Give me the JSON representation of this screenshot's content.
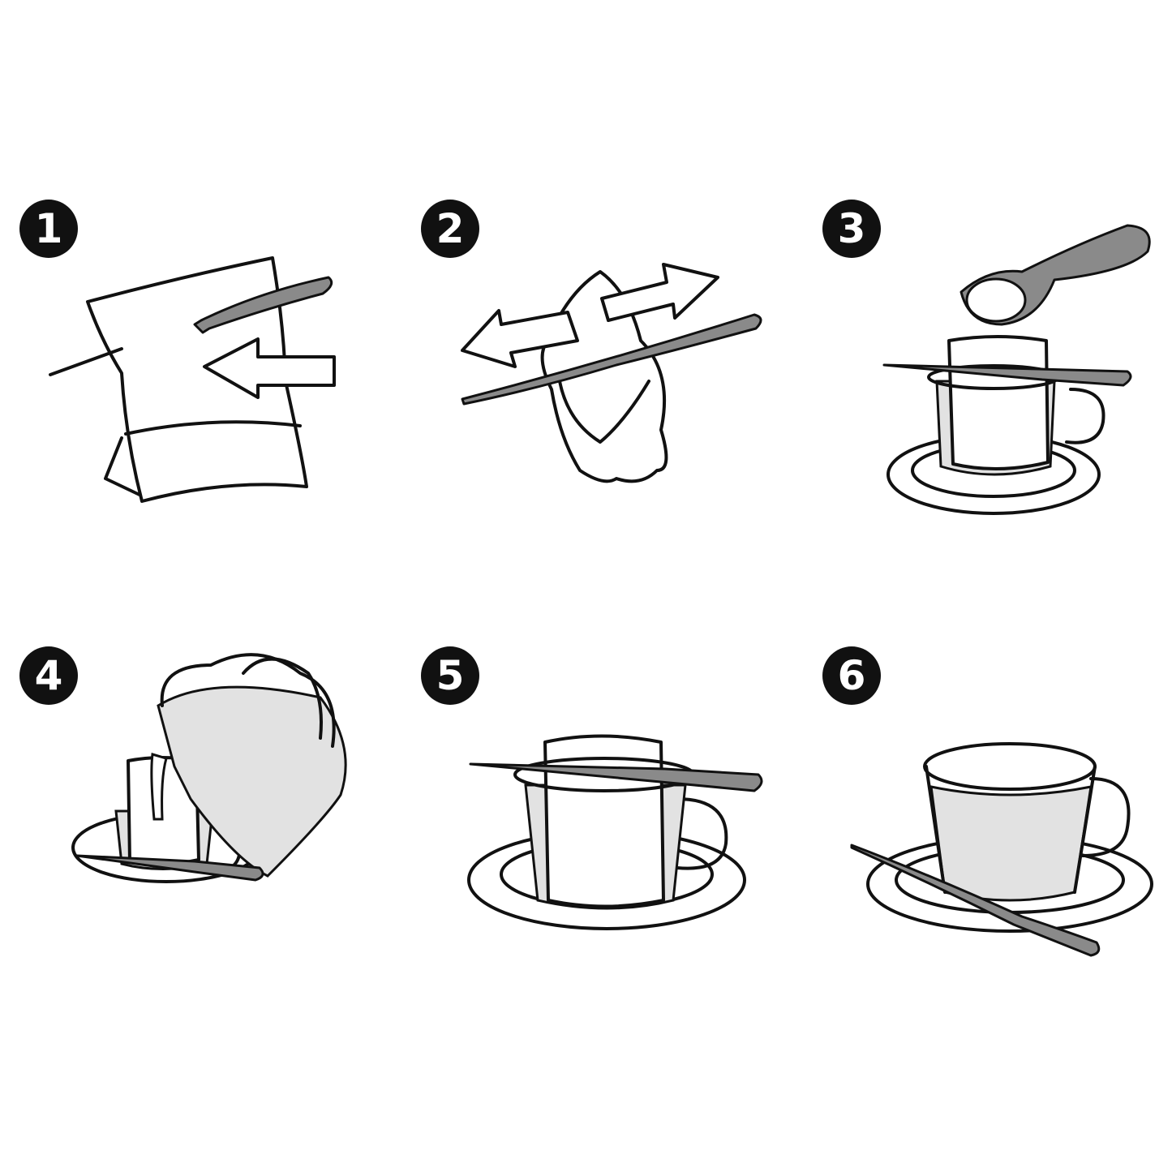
{
  "steps": [
    {
      "number": "1"
    },
    {
      "number": "2"
    },
    {
      "number": "3"
    },
    {
      "number": "4"
    },
    {
      "number": "5"
    },
    {
      "number": "6"
    }
  ],
  "colors": {
    "badge": "#111111",
    "stick": "#8a8a8a",
    "liquid": "#e2e2e2",
    "line": "#111111"
  }
}
